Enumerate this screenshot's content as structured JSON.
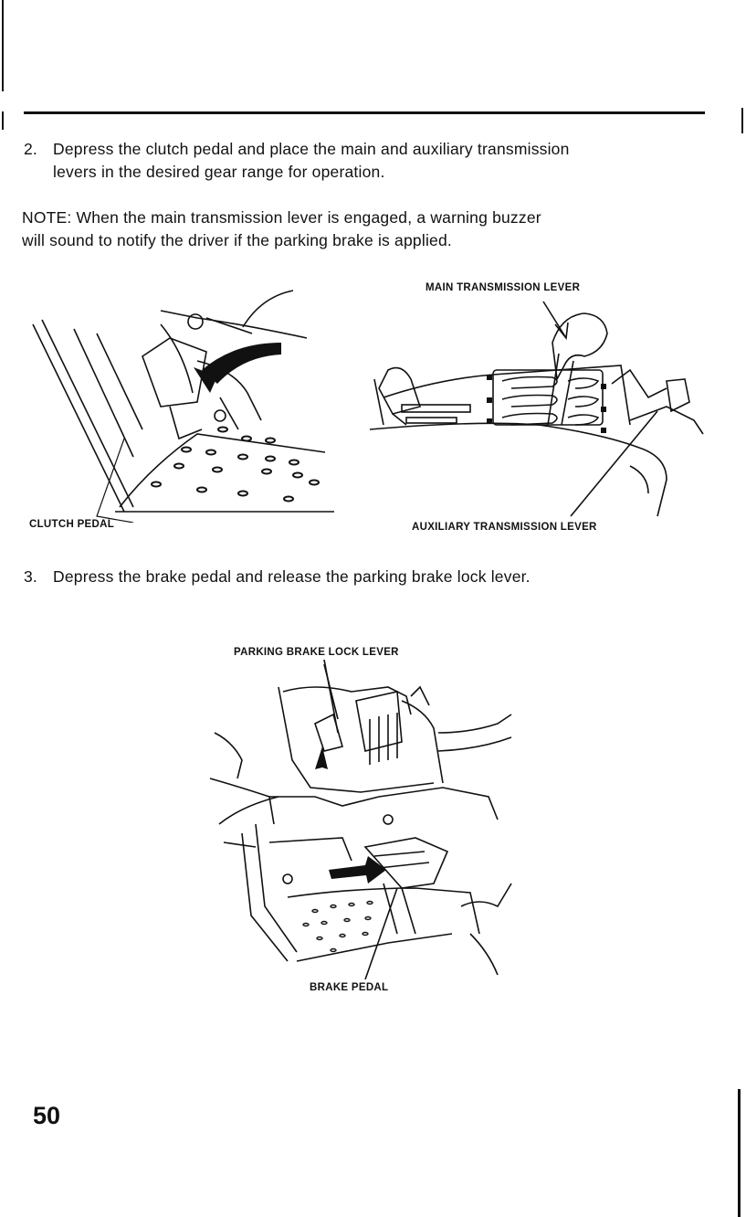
{
  "steps": [
    {
      "number": "2.",
      "line1": "Depress the clutch pedal and place the main and auxiliary transmission",
      "line2": "levers in the desired gear range for operation."
    },
    {
      "number": "3.",
      "line1": "Depress the brake pedal and release the parking brake lock lever."
    }
  ],
  "note": {
    "line1": "NOTE:  When the main transmission lever is engaged, a warning buzzer",
    "line2": "will sound to notify the driver if the parking brake is applied."
  },
  "callouts": {
    "main_transmission_lever": "MAIN TRANSMISSION LEVER",
    "clutch_pedal": "CLUTCH PEDAL",
    "auxiliary_transmission_lever": "AUXILIARY TRANSMISSION LEVER",
    "parking_brake_lock_lever": "PARKING BRAKE LOCK LEVER",
    "brake_pedal": "BRAKE PEDAL"
  },
  "page_number": "50"
}
